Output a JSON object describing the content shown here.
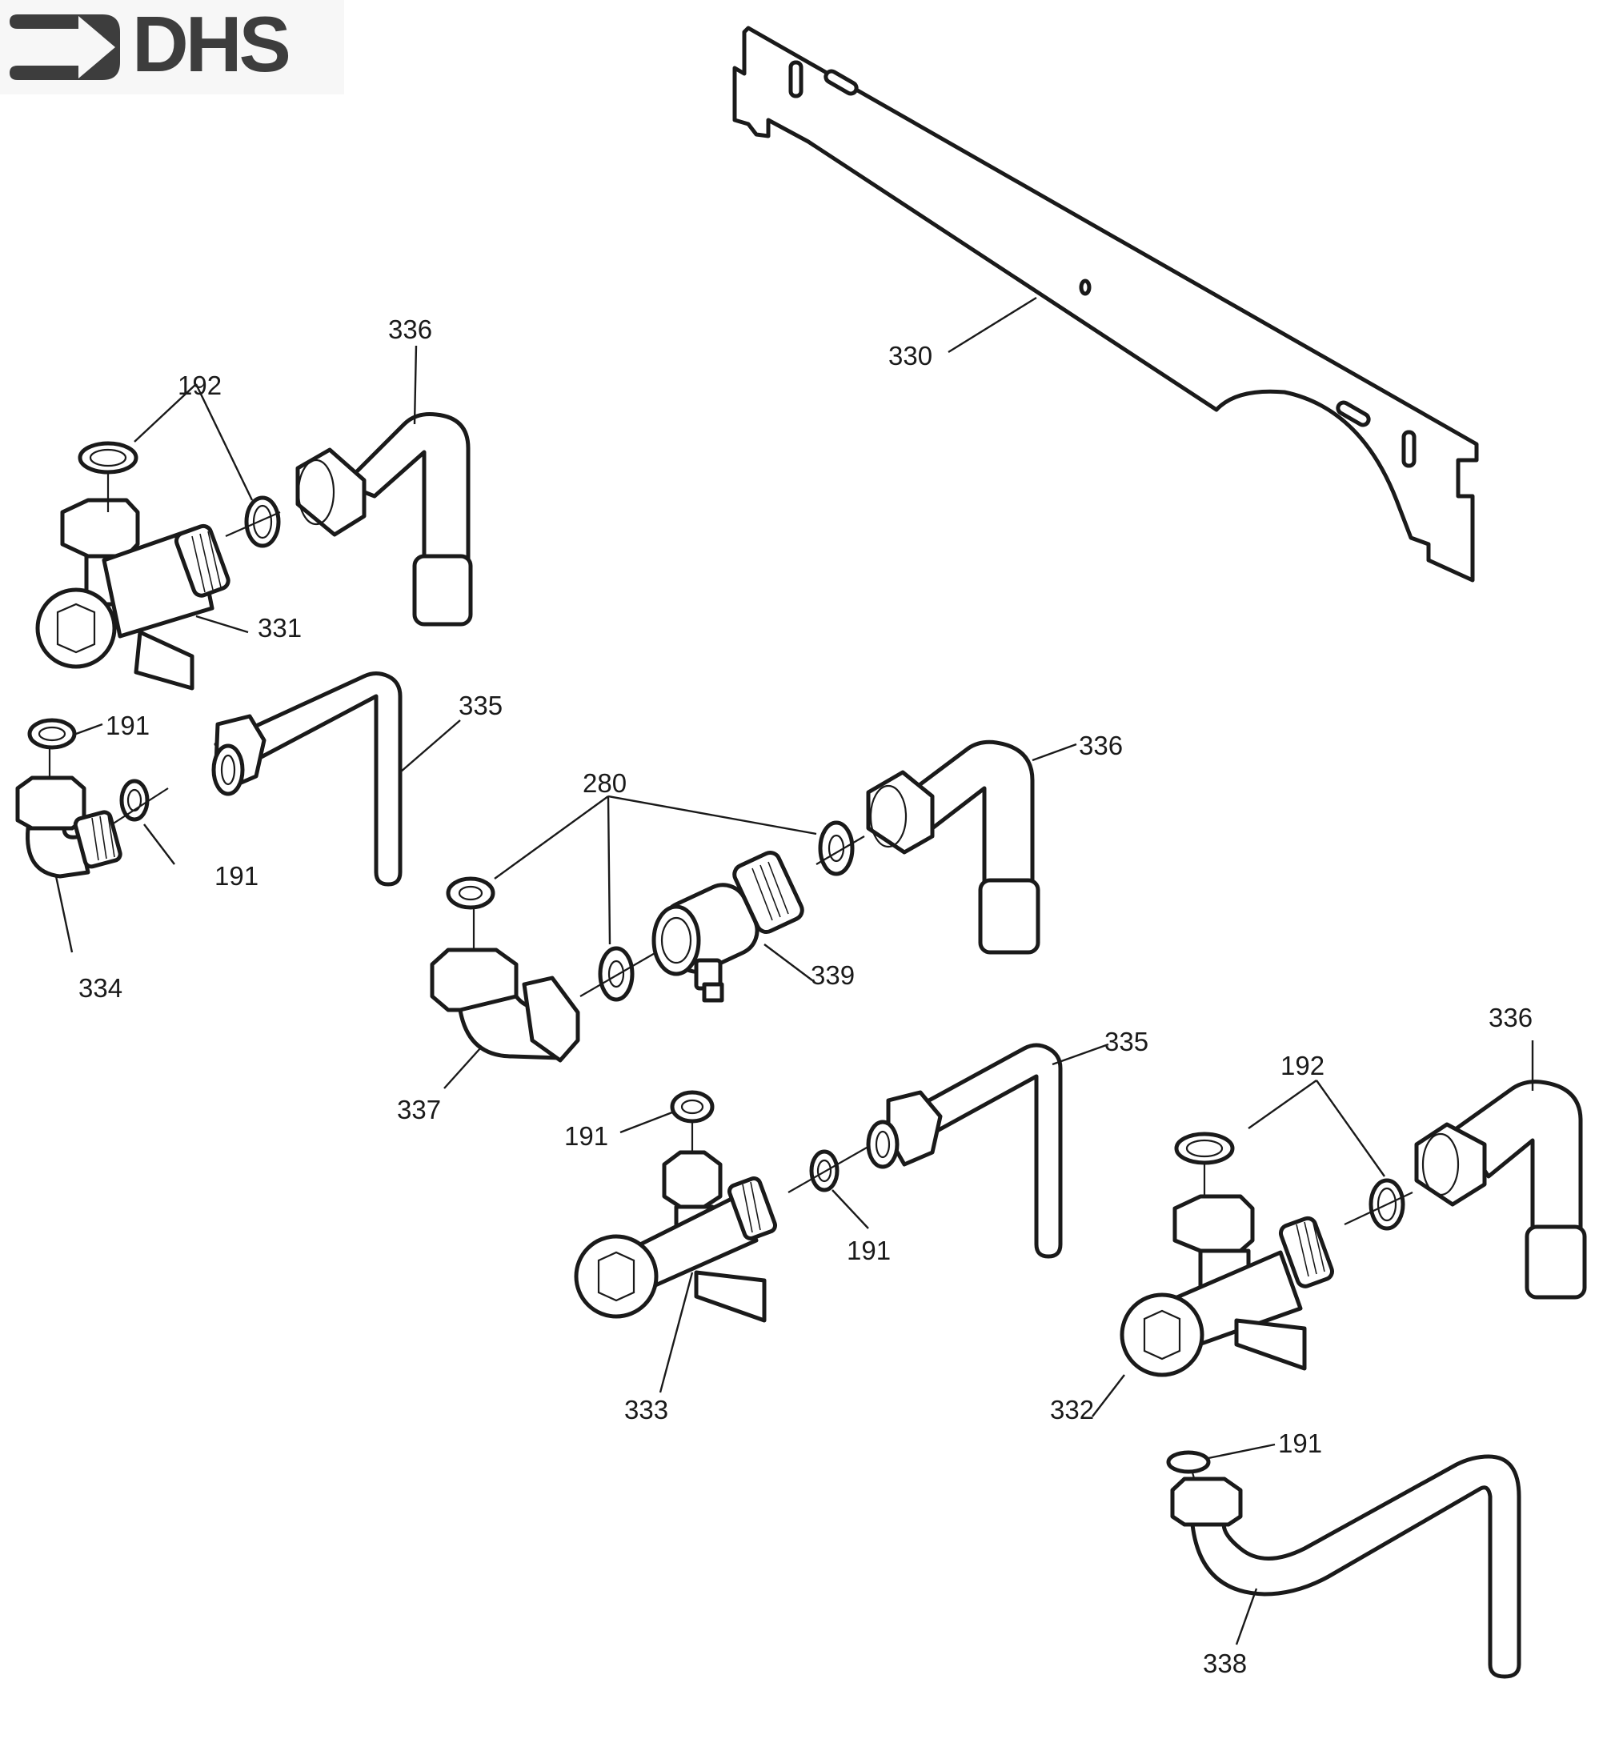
{
  "logo": {
    "icon": "arrow-right-icon",
    "text": "DHS",
    "color": "#3d3d3d"
  },
  "diagram": {
    "type": "exploded-parts-diagram",
    "subject": "boiler mounting bracket and water connection kit",
    "labels": {
      "bracket": "330",
      "valve_top_left": "331",
      "pipe_top_left": "336",
      "washer_top_left": "192",
      "washer_elbow_top": "191",
      "washer_elbow_side": "191",
      "elbow_left": "334",
      "pipe_335_left": "335",
      "washers_center": "280",
      "elbow_center": "337",
      "valve_center": "339",
      "pipe_center": "336",
      "washer_valve333_top": "191",
      "washer_valve333_side": "191",
      "valve_bottom_center": "333",
      "pipe_335_right": "335",
      "washers_right": "192",
      "pipe_right": "336",
      "valve_bottom_right": "332",
      "washer_338": "191",
      "pipe_bottom": "338"
    }
  }
}
